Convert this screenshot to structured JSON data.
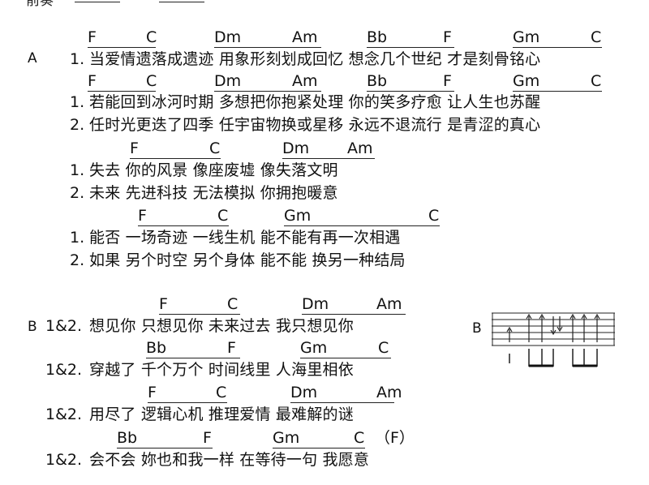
{
  "header_partial": "前奏",
  "watermark": "",
  "sectionA": {
    "label": "A",
    "blocks": [
      {
        "chords": [
          "F",
          "C",
          "Dm",
          "Am",
          "Bb",
          "F",
          "Gm",
          "C"
        ],
        "lines": [
          {
            "num": "1.",
            "text": "当爱情遗落成遗迹 用象形刻划成回忆 想念几个世纪 才是刻骨铭心"
          }
        ]
      },
      {
        "chords": [
          "F",
          "C",
          "Dm",
          "Am",
          "Bb",
          "F",
          "Gm",
          "C"
        ],
        "lines": [
          {
            "num": "1.",
            "text": "若能回到冰河时期 多想把你抱紧处理 你的笑多疗愈 让人生也苏醒"
          },
          {
            "num": "2.",
            "text": "任时光更迭了四季 任宇宙物换或星移 永远不退流行 是青涩的真心"
          }
        ]
      },
      {
        "chords": [
          "F",
          "C",
          "Dm",
          "Am"
        ],
        "lines": [
          {
            "num": "1.",
            "text": "失去 你的风景 像座废墟 像失落文明"
          },
          {
            "num": "2.",
            "text": "未来 先进科技 无法模拟 你拥抱暖意"
          }
        ]
      },
      {
        "chords": [
          "F",
          "C",
          "Gm",
          "C"
        ],
        "lines": [
          {
            "num": "1.",
            "text": "能否 一场奇迹 一线生机 能不能有再一次相遇"
          },
          {
            "num": "2.",
            "text": "如果 另个时空 另个身体 能不能 换另一种结局"
          }
        ]
      }
    ]
  },
  "sectionB": {
    "label": "B",
    "blocks": [
      {
        "chords": [
          "F",
          "C",
          "Dm",
          "Am"
        ],
        "num": "1&2.",
        "text": "想见你 只想见你 未来过去 我只想见你"
      },
      {
        "chords": [
          "Bb",
          "F",
          "Gm",
          "C"
        ],
        "num": "1&2.",
        "text": "穿越了 千个万个 时间线里 人海里相依"
      },
      {
        "chords": [
          "F",
          "C",
          "Dm",
          "Am"
        ],
        "num": "1&2.",
        "text": "用尽了 逻辑心机 推理爱情 最难解的谜"
      },
      {
        "chords": [
          "Bb",
          "F",
          "Gm",
          "C",
          "（F）"
        ],
        "num": "1&2.",
        "text": "会不会 妳也和我一样 在等待一句 我愿意"
      }
    ]
  },
  "strum": {
    "label": "B"
  }
}
